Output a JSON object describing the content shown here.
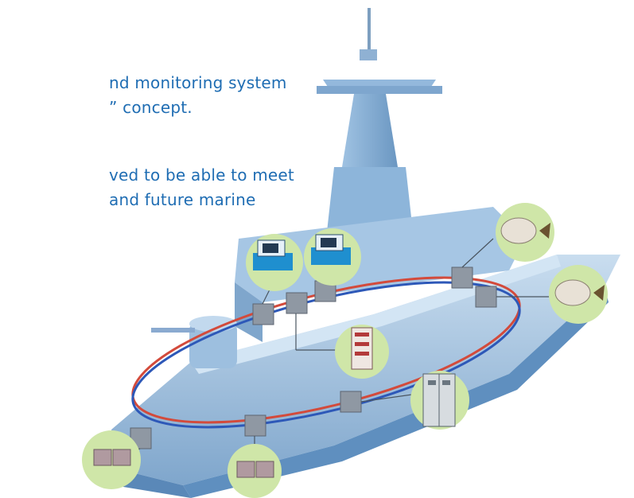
{
  "text": {
    "line1": "nd monitoring system",
    "line2": "” concept.",
    "line3": "ved to be able to meet",
    "line4": "and future marine"
  },
  "colors": {
    "text": "#1f6db3",
    "hull": "#a9c9e4",
    "hull_dark": "#7fa9cf",
    "hull_light": "#cfe2f1",
    "ring_red": "#d34a3b",
    "ring_blue": "#2d58b8",
    "node": "#8f98a3",
    "callout": "#cfe6a8"
  },
  "icons": [
    "console-icon",
    "console-icon",
    "propulsion-motor-icon",
    "propulsion-motor-icon",
    "control-panel-icon",
    "switchboard-cabinet-icon",
    "generator-icon",
    "generator-icon"
  ]
}
